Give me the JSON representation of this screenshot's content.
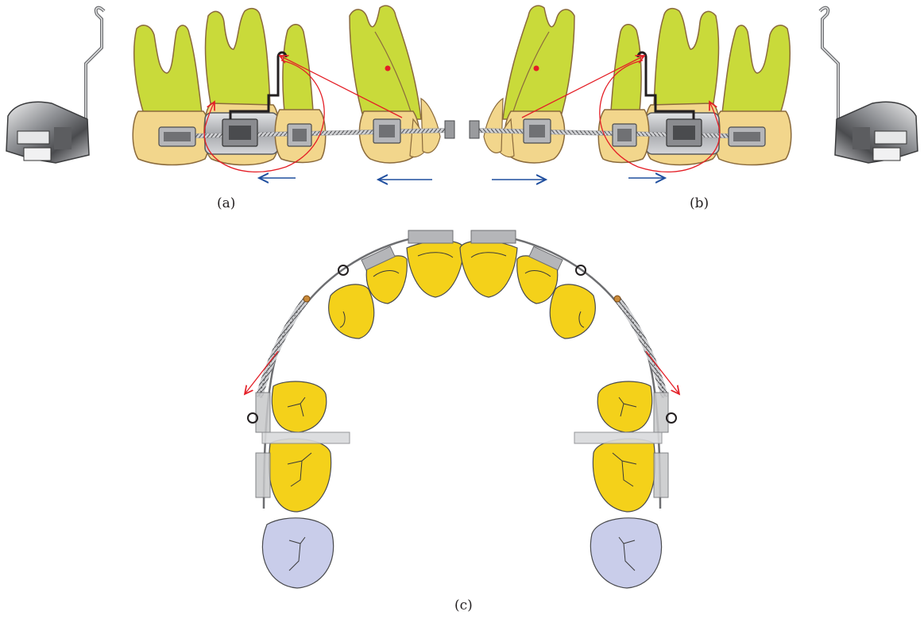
{
  "figure": {
    "panels": [
      {
        "id": "a",
        "label": "(a)"
      },
      {
        "id": "b",
        "label": "(b)"
      },
      {
        "id": "c",
        "label": "(c)"
      }
    ]
  },
  "colors": {
    "root": "#c9da3a",
    "crown_lateral": "#f2d68c",
    "tooth_outline": "#8a6a3c",
    "crown_occlusal": "#f4d11a",
    "third_molar": "#c9cdea",
    "force_arrow": "#e41e26",
    "movement_arrow": "#1f4e9e",
    "metal": "#a8a9ad"
  },
  "icons": [
    "molar-band-appliance",
    "lever-arm-spring",
    "coil-spring",
    "bracket",
    "archwire"
  ]
}
